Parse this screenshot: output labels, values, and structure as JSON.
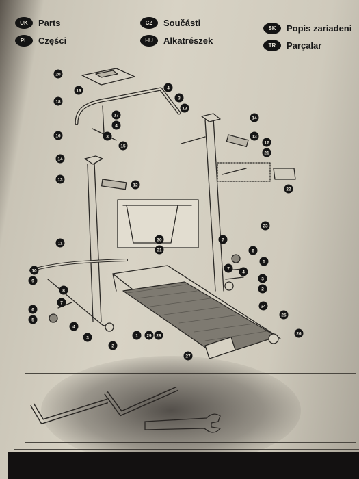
{
  "languages": [
    {
      "code": "UK",
      "label": "Parts"
    },
    {
      "code": "PL",
      "label": "Części"
    },
    {
      "code": "CZ",
      "label": "Součásti"
    },
    {
      "code": "HU",
      "label": "Alkatrészek"
    },
    {
      "code": "SK",
      "label": "Popis zariadeni"
    },
    {
      "code": "TR",
      "label": "Parçalar"
    }
  ],
  "callouts": [
    {
      "n": "20"
    },
    {
      "n": "19"
    },
    {
      "n": "18"
    },
    {
      "n": "17"
    },
    {
      "n": "4"
    },
    {
      "n": "3"
    },
    {
      "n": "16"
    },
    {
      "n": "15"
    },
    {
      "n": "4"
    },
    {
      "n": "3"
    },
    {
      "n": "13"
    },
    {
      "n": "14"
    },
    {
      "n": "13"
    },
    {
      "n": "12"
    },
    {
      "n": "21"
    },
    {
      "n": "22"
    },
    {
      "n": "14"
    },
    {
      "n": "13"
    },
    {
      "n": "12"
    },
    {
      "n": "23"
    },
    {
      "n": "11"
    },
    {
      "n": "30"
    },
    {
      "n": "31"
    },
    {
      "n": "7"
    },
    {
      "n": "6"
    },
    {
      "n": "5"
    },
    {
      "n": "7"
    },
    {
      "n": "4"
    },
    {
      "n": "3"
    },
    {
      "n": "2"
    },
    {
      "n": "10"
    },
    {
      "n": "9"
    },
    {
      "n": "8"
    },
    {
      "n": "6"
    },
    {
      "n": "7"
    },
    {
      "n": "5"
    },
    {
      "n": "4"
    },
    {
      "n": "3"
    },
    {
      "n": "2"
    },
    {
      "n": "1"
    },
    {
      "n": "29"
    },
    {
      "n": "28"
    },
    {
      "n": "24"
    },
    {
      "n": "25"
    },
    {
      "n": "26"
    },
    {
      "n": "27"
    }
  ]
}
